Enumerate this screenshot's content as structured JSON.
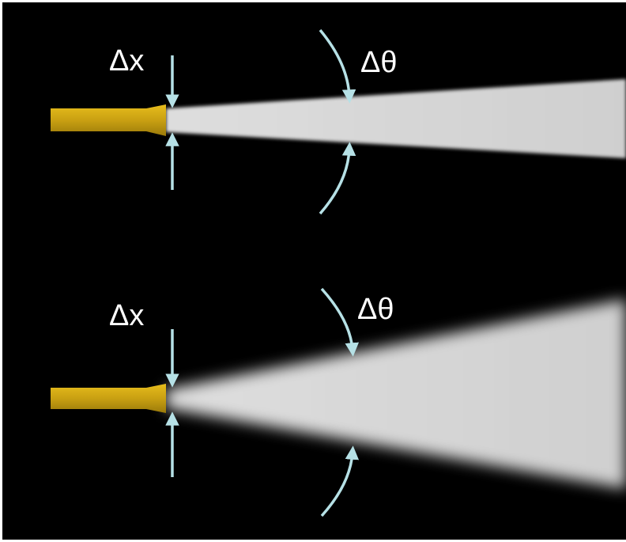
{
  "colors": {
    "background": "#000000",
    "frame": "#ffffff",
    "arrow": "#b6e1e6",
    "nozzle": "#c9a012",
    "beam": "#dcdcdc",
    "label": "#ffffff"
  },
  "diagrams": [
    {
      "id": "narrow-beam",
      "width_label": "Δx",
      "angle_label": "Δθ"
    },
    {
      "id": "wide-beam",
      "width_label": "Δx",
      "angle_label": "Δθ"
    }
  ]
}
